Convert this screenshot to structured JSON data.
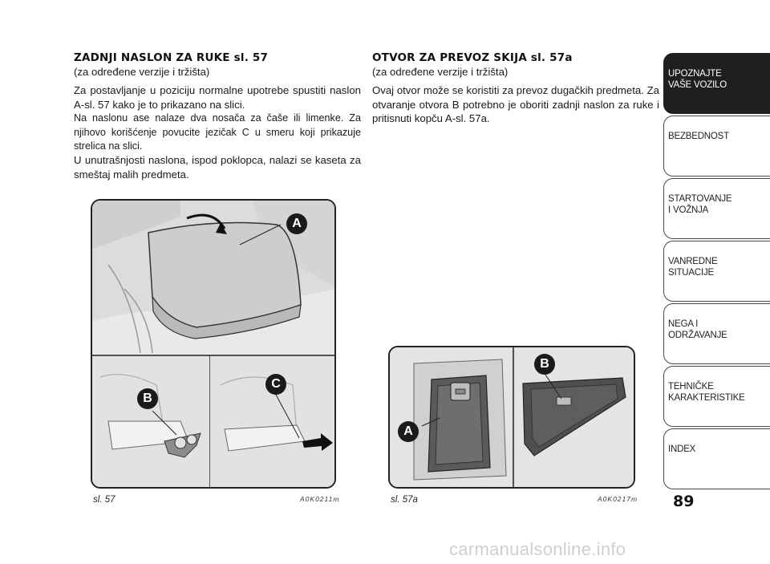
{
  "left_section": {
    "heading": "ZADNJI NASLON ZA RUKE sl. 57",
    "subtitle": "(za određene verzije i tržišta)",
    "paragraphs": [
      "Za postavljanje u poziciju normalne upotrebe spustiti naslon A-sl. 57 kako je to prikazano na slici.",
      "Na naslonu ase nalaze dva nosača za čaše ili limenke. Za njihovo korišćenje povucite jezičak C u smeru koji prikazuje strelica na slici.",
      "U unutrašnjosti naslona, ispod poklopca, nalazi se kaseta za smeštaj malih predmeta."
    ]
  },
  "right_section": {
    "heading": "OTVOR ZA PREVOZ SKIJA sl. 57a",
    "subtitle": "(za određene verzije i tržišta)",
    "paragraphs": [
      "Ovaj otvor može se koristiti za prevoz dugačkih predmeta. Za otvaranje otvora B potrebno je oboriti zadnji naslon za ruke i pritisnuti kopču A-sl. 57a."
    ]
  },
  "figure_57": {
    "caption": "sl. 57",
    "code": "A0K0211m",
    "labels": {
      "a": "A",
      "b": "B",
      "c": "C"
    }
  },
  "figure_57a": {
    "caption": "sl. 57a",
    "code": "A0K0217m",
    "labels": {
      "a": "A",
      "b": "B"
    }
  },
  "tabs": [
    {
      "lines": [
        "UPOZNAJTE",
        "VAŠE VOZILO"
      ],
      "active": true
    },
    {
      "lines": [
        "BEZBEDNOST"
      ],
      "active": false
    },
    {
      "lines": [
        "STARTOVANJE",
        "I VOŽNJA"
      ],
      "active": false
    },
    {
      "lines": [
        "VANREDNE",
        "SITUACIJE"
      ],
      "active": false
    },
    {
      "lines": [
        "NEGA I",
        "ODRŽAVANJE"
      ],
      "active": false
    },
    {
      "lines": [
        "TEHNIČKE",
        "KARAKTERISTIKE"
      ],
      "active": false
    },
    {
      "lines": [
        "INDEX"
      ],
      "active": false
    }
  ],
  "page_number": "89",
  "watermark": "carmanualsonline.info",
  "colors": {
    "active_tab": "#1f1f1f",
    "label_badge": "#1a1a1a",
    "armrest": "#cfcfcf"
  }
}
